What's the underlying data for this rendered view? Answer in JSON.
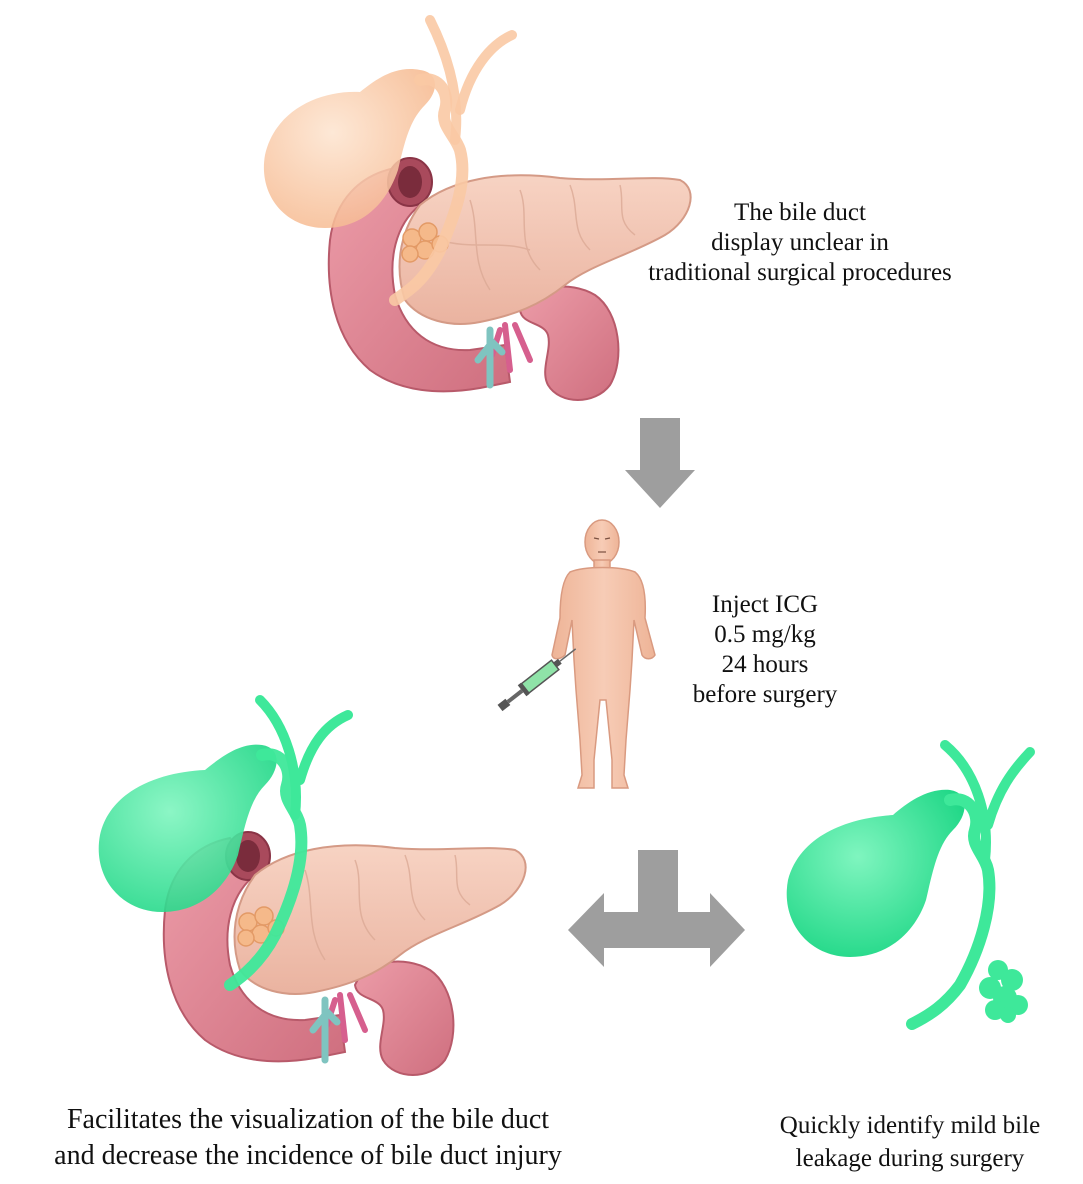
{
  "captions": {
    "top": [
      "The bile duct",
      "display unclear in",
      "traditional surgical procedures"
    ],
    "inject": [
      "Inject ICG",
      "0.5 mg/kg",
      "24 hours",
      "before surgery"
    ],
    "bottom_left": [
      "Facilitates the visualization of the bile duct",
      "and decrease the incidence of bile duct injury"
    ],
    "bottom_right": [
      "Quickly identify mild bile",
      "leakage during surgery"
    ]
  },
  "colors": {
    "arrow": "#9e9e9e",
    "icg_green": "#3ee89a",
    "bile_peach": "#f9c9a4",
    "pancreas": "#f2c3b2",
    "duodenum": "#e08a98",
    "skin": "#f3c0a6"
  }
}
